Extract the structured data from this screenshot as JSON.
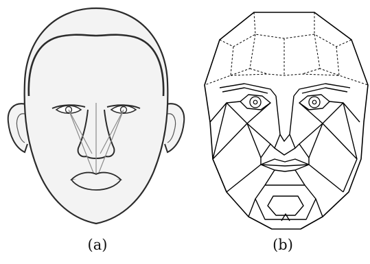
{
  "figure": {
    "panels": [
      {
        "id": "a",
        "caption": "(a)"
      },
      {
        "id": "b",
        "caption": "(b)"
      }
    ],
    "colors": {
      "outline": "#2b2b2b",
      "skin": "#f3f3f3",
      "guide_lines": "#8a8a8a",
      "mask_lines": "#000000",
      "background": "#ffffff"
    }
  }
}
